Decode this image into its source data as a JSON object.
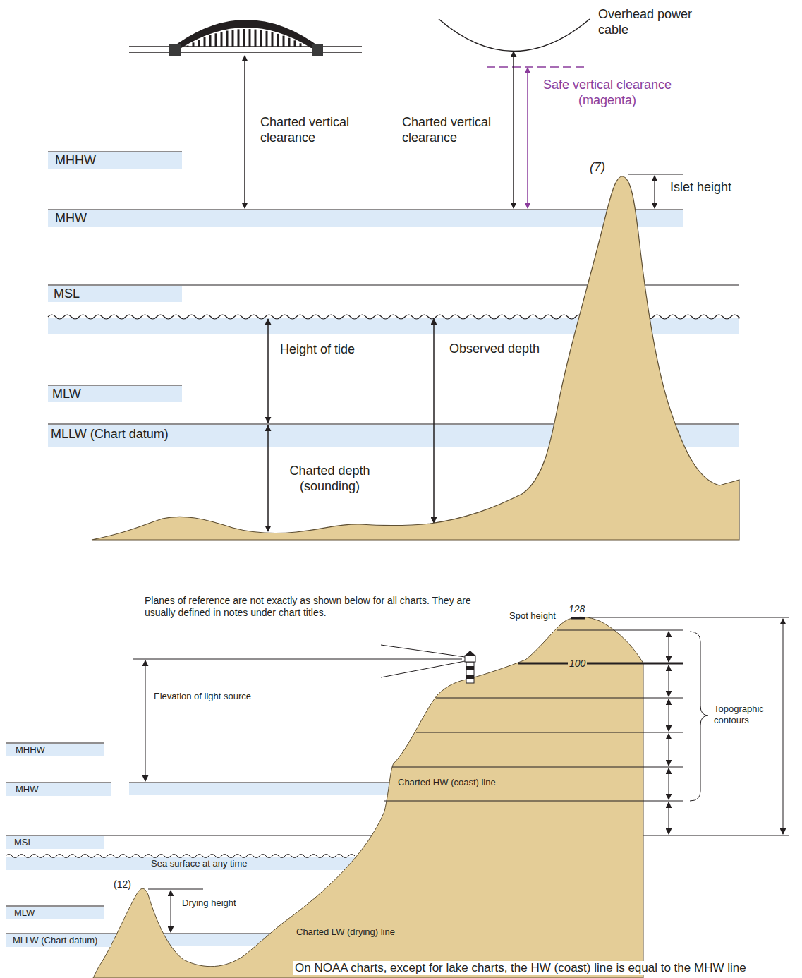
{
  "diagram": {
    "nodes": [
      {
        "text": [
          "MHHW"
        ]
      },
      {
        "text": [
          "MHW"
        ]
      },
      {
        "text": [
          "MSL"
        ]
      },
      {
        "text": [
          "MLW"
        ]
      },
      {
        "text": [
          "MLLW (Chart datum)"
        ]
      },
      {
        "text": [
          "MHHW"
        ]
      },
      {
        "text": [
          "MHW"
        ]
      },
      {
        "text": [
          "MSL"
        ]
      },
      {
        "text": [
          "MLW"
        ]
      },
      {
        "text": [
          "MLLW (Chart datum)"
        ]
      }
    ],
    "labels": [
      "Overhead power cable",
      "Safe vertical clearance (magenta)",
      "Charted vertical clearance",
      "Charted vertical clearance",
      "(7)",
      "Islet height",
      "Height of tide",
      "Observed depth",
      "Charted depth (sounding)",
      "Planes of reference are not exactly as shown below for all charts. They are usually defined in notes under chart titles.",
      "Spot height",
      "128",
      "100",
      "Elevation of light source",
      "Topographic contours",
      "Charted HW (coast) line",
      "Sea surface at any time",
      "(12)",
      "Drying height",
      "Charted LW (drying) line",
      "On NOAA charts, except for lake charts, the HW (coast) line is equal to the MHW line"
    ]
  }
}
